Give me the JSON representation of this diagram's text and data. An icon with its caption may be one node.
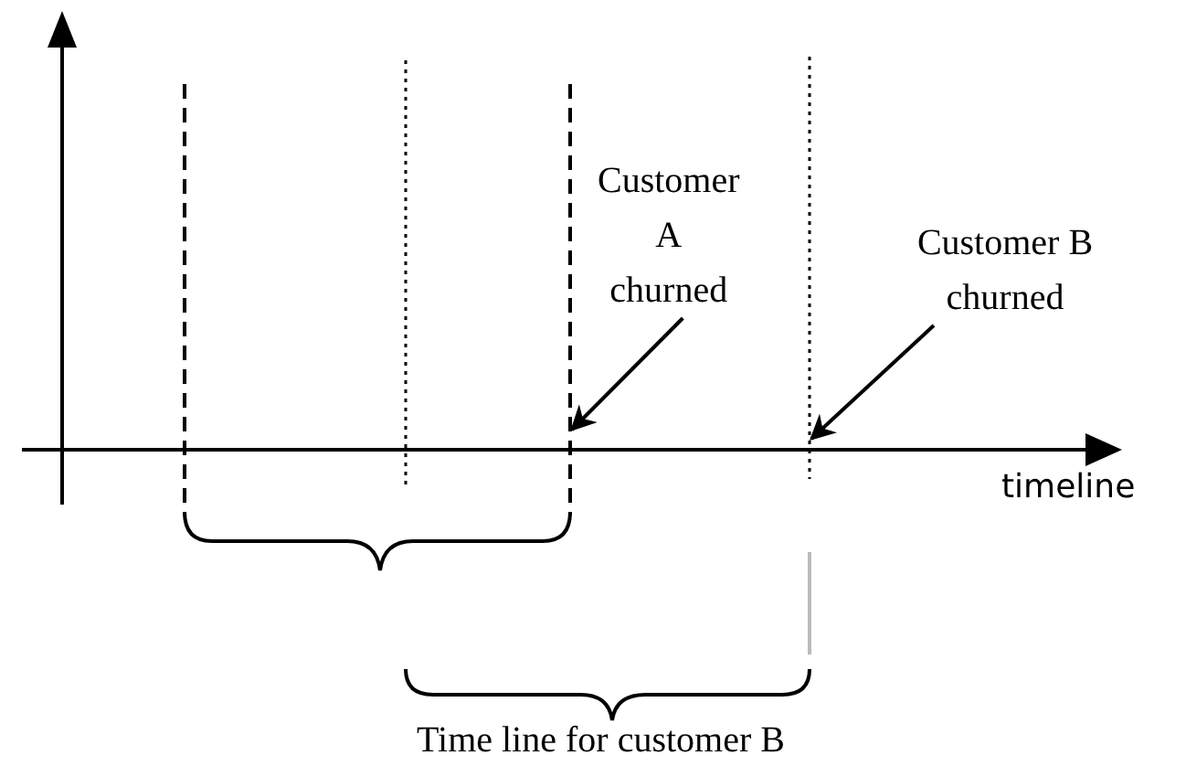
{
  "diagram": {
    "nodes": [
      {
        "text": [
          "Customer A churned"
        ]
      },
      {
        "text": [
          "Customer B churned"
        ]
      },
      {
        "text": [],
        "shape": "line"
      },
      {
        "text": [],
        "shape": "line"
      }
    ],
    "edges": [
      {
        "from": 0,
        "to": 2,
        "arrow": "to"
      },
      {
        "from": 1,
        "to": 3,
        "arrow": "to"
      }
    ],
    "labels": [
      "timeline",
      "Time line for customer B"
    ]
  }
}
